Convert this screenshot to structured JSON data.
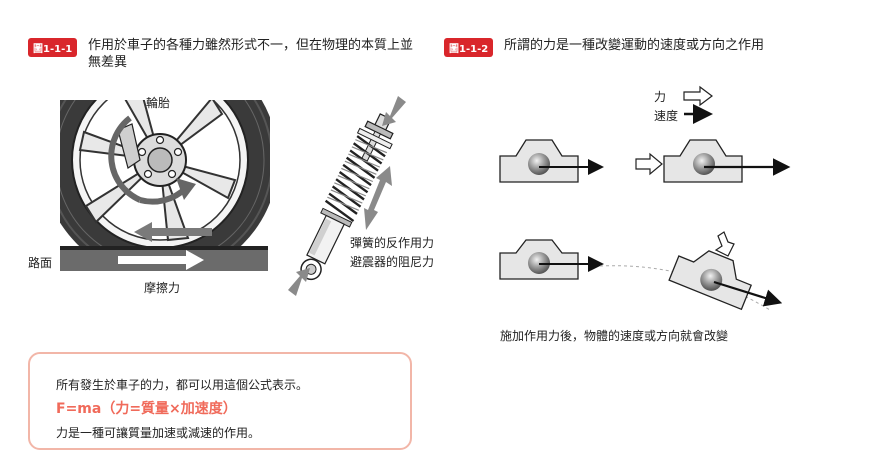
{
  "fig1": {
    "badge": "圖1-1-1",
    "caption_line1": "作用於車子的各種力雖然形式不一，但在物理的本質上並",
    "caption_line2": "無差異",
    "tire_label": "輪胎",
    "road_label": "路面",
    "friction_label": "摩擦力",
    "spring_label": "彈簧的反作用力",
    "damper_label": "避震器的阻尼力"
  },
  "fig2": {
    "badge": "圖1-1-2",
    "caption": "所謂的力是一種改變運動的速度或方向之作用",
    "legend_force": "力",
    "legend_velocity": "速度",
    "bottom_caption": "施加作用力後，物體的速度或方向就會改變"
  },
  "formula_box": {
    "line1": "所有發生於車子的力，都可以用這個公式表示。",
    "formula": "F=ma（力=質量×加速度）",
    "line3": "力是一種可讓質量加速或減速的作用。"
  },
  "colors": {
    "badge_red": "#d9262b",
    "formula_orange": "#f06a5a",
    "box_border": "#f2b6a8",
    "road_gray": "#6b6b6b",
    "block_fill": "#e6e6e6"
  }
}
